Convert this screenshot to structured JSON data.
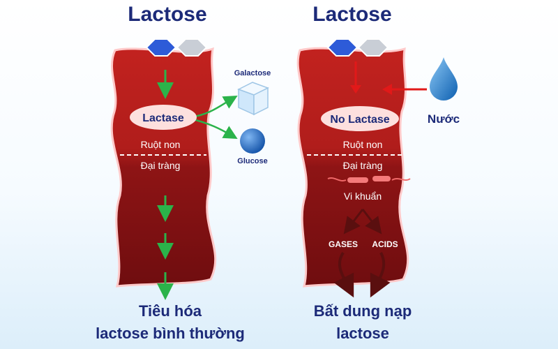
{
  "colors": {
    "title_text": "#1c2a78",
    "intestine_upper": "#b8201e",
    "intestine_lower": "#7a0f10",
    "intestine_outline": "#ffc9c9",
    "green_arrow": "#2bb34a",
    "red_arrow": "#e11919",
    "dark_arrow": "#5a0f0f",
    "hexagon_blue": "#2d5bd8",
    "hexagon_grey": "#c9ced6",
    "enzyme_oval": "#fde0de",
    "water_drop": "#1e7fd0",
    "glucose_ball": "#1f6ec7",
    "ice_cube": "#d9efff"
  },
  "left_panel": {
    "title": "Lactose",
    "enzyme_label": "Lactase",
    "upper_section_label": "Ruột non",
    "lower_section_label": "Đại tràng",
    "products": [
      {
        "label": "Galactose",
        "icon": "ice-cube-icon"
      },
      {
        "label": "Glucose",
        "icon": "blue-ball-icon"
      }
    ],
    "caption_line1": "Tiêu hóa",
    "caption_line2": "lactose bình thường"
  },
  "right_panel": {
    "title": "Lactose",
    "enzyme_label": "No Lactase",
    "upper_section_label": "Ruột non",
    "lower_section_label": "Đại tràng",
    "water_label": "Nước",
    "bacteria_label": "Vi khuẩn",
    "byproducts": [
      "GASES",
      "ACIDS"
    ],
    "caption_line1": "Bất dung nạp",
    "caption_line2": "lactose"
  }
}
